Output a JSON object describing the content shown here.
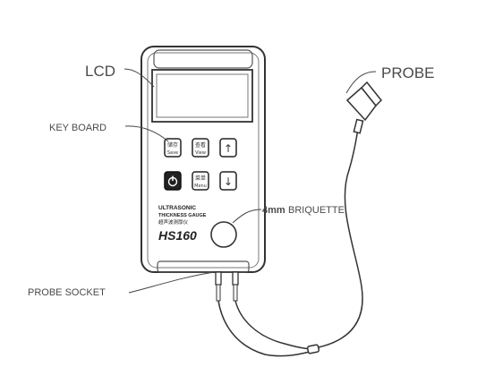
{
  "callouts": {
    "lcd": "LCD",
    "probe": "PROBE",
    "keyboard": "KEY BOARD",
    "briquette_size": "4mm",
    "briquette": "BRIQUETTE",
    "probe_socket": "PROBE SOCKET"
  },
  "device": {
    "line1": "ULTRASONIC",
    "line2": "THICKNESS GAUGE",
    "line3": "超声波测厚仪",
    "model": "HS160"
  },
  "keys": {
    "k1_top": "储存",
    "k1_bottom": "Save",
    "k2_top": "查看",
    "k2_bottom": "View",
    "k3": "↑",
    "k4": "⏻",
    "k5_top": "菜单",
    "k5_bottom": "Menu",
    "k6": "↓"
  }
}
